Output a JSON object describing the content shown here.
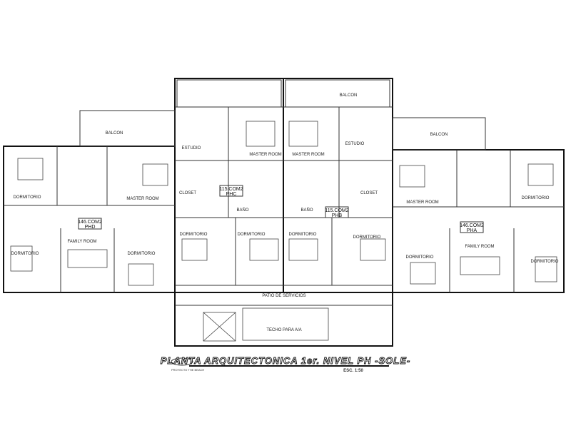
{
  "title": "PLANTA ARQUITECTONICA 1er. NIVEL PH -SOLE-",
  "scale": "ESC. 1:50",
  "project_note": "PROYECTO THE BEACH",
  "rooms": {
    "balcon_left": "BALCON",
    "balcon_center": "BALCON",
    "balcon_right": "BALCON",
    "estudio_left": "ESTUDIO",
    "estudio_right": "ESTUDIO",
    "master_c1": "MASTER ROOM",
    "master_c2": "MASTER ROOM",
    "master_left": "MASTER ROOM",
    "master_right": "MASTER ROOM",
    "closet_left": "CLOSET",
    "closet_right": "CLOSET",
    "bano_left": "BAÑO",
    "bano_right": "BAÑO",
    "dorm_1": "DORMITORIO",
    "dorm_2": "DORMITORIO",
    "dorm_3": "DORMITORIO",
    "dorm_4": "DORMITORIO",
    "dorm_5": "DORMITORIO",
    "dorm_6": "DORMITORIO",
    "dorm_7": "DORMITORIO",
    "dorm_8": "DORMITORIO",
    "dorm_9": "DORMITORIO",
    "dorm_10": "DORMITORIO",
    "family_left": "FAMILY ROOM",
    "family_right": "FAMILY ROOM",
    "patio": "PATIO DE SERVICIOS",
    "techo": "TECHO PARA A/A"
  },
  "units": [
    {
      "area": "146.COM2",
      "name": "PHD"
    },
    {
      "area": "115.COM2",
      "name": "PHC"
    },
    {
      "area": "115.COM2",
      "name": "PHB"
    },
    {
      "area": "146.COM2",
      "name": "PHA"
    }
  ]
}
